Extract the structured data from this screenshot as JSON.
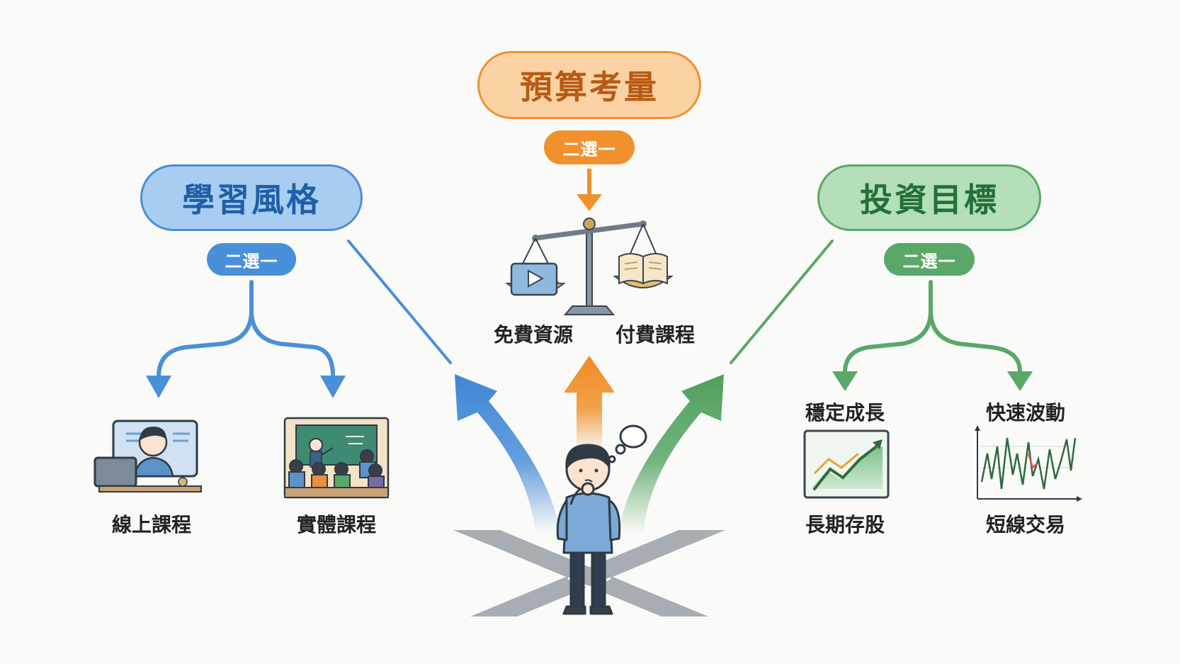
{
  "colors": {
    "blue": "#4a8fd9",
    "blue_fill": "#a9cdf0",
    "blue_text": "#1e5fa8",
    "orange": "#f0912e",
    "orange_fill": "#fbd2a4",
    "orange_text": "#b95a14",
    "green": "#5aa868",
    "green_fill": "#b4dfb8",
    "green_text": "#23703a"
  },
  "learning": {
    "title": "學習風格",
    "choose": "二選一",
    "options": [
      "線上課程",
      "實體課程"
    ]
  },
  "budget": {
    "title": "預算考量",
    "choose": "二選一",
    "options": [
      "免費資源",
      "付費課程"
    ]
  },
  "investment": {
    "title": "投資目標",
    "choose": "二選一",
    "options": [
      "穩定成長",
      "快速波動"
    ],
    "styles": [
      "長期存股",
      "短線交易"
    ]
  }
}
